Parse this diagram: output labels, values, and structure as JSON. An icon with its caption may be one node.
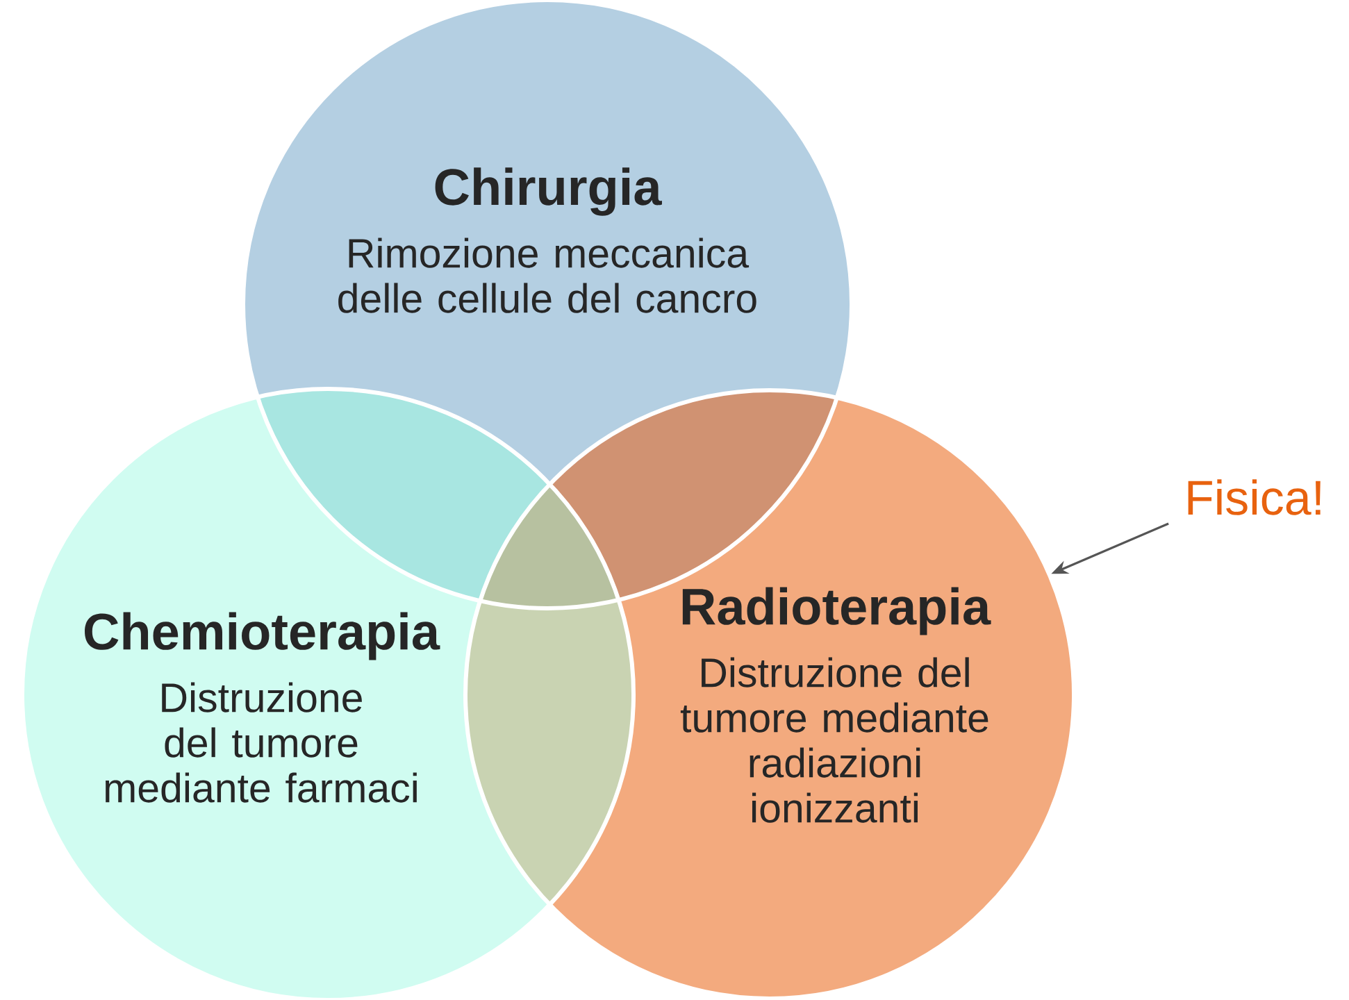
{
  "diagram": {
    "nodes": [
      {
        "text": [
          "Chirurgia",
          "Rimozione meccanica delle cellule del cancro"
        ]
      },
      {
        "text": [
          "Chemioterapia",
          "Distruzione del tumore mediante farmaci"
        ]
      },
      {
        "text": [
          "Radioterapia",
          "Distruzione del tumore mediante radiazioni ionizzanti"
        ]
      },
      {
        "text": [
          "Fisica!"
        ]
      }
    ],
    "edges": [
      {
        "from": 3,
        "to": 2,
        "arrow": "to",
        "color": "#555555"
      }
    ]
  }
}
